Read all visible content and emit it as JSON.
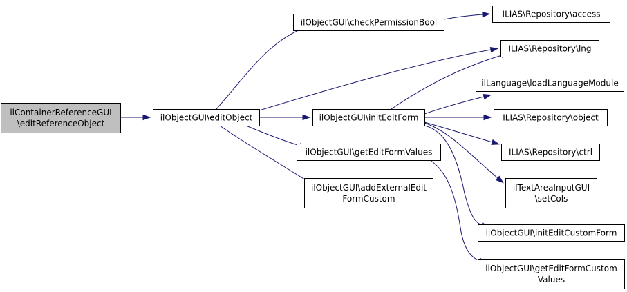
{
  "colors": {
    "edge": "#191970",
    "focus_fill": "#bfbfbf",
    "node_fill": "#ffffff",
    "border": "#000000"
  },
  "nodes": [
    {
      "id": "editReferenceObject",
      "lines": [
        "ilContainerReferenceGUI",
        "\\editReferenceObject"
      ],
      "focus": true
    },
    {
      "id": "editObject",
      "lines": [
        "ilObjectGUI\\editObject"
      ]
    },
    {
      "id": "checkPermissionBool",
      "lines": [
        "ilObjectGUI\\checkPermissionBool"
      ]
    },
    {
      "id": "access",
      "lines": [
        "ILIAS\\Repository\\access"
      ]
    },
    {
      "id": "lng",
      "lines": [
        "ILIAS\\Repository\\lng"
      ]
    },
    {
      "id": "initEditForm",
      "lines": [
        "ilObjectGUI\\initEditForm"
      ]
    },
    {
      "id": "loadLanguageModule",
      "lines": [
        "ilLanguage\\loadLanguageModule"
      ]
    },
    {
      "id": "object",
      "lines": [
        "ILIAS\\Repository\\object"
      ]
    },
    {
      "id": "ctrl",
      "lines": [
        "ILIAS\\Repository\\ctrl"
      ]
    },
    {
      "id": "getEditFormValues",
      "lines": [
        "ilObjectGUI\\getEditFormValues"
      ]
    },
    {
      "id": "setCols",
      "lines": [
        "ilTextAreaInputGUI",
        "\\setCols"
      ]
    },
    {
      "id": "addExternalEditFormCustom",
      "lines": [
        "ilObjectGUI\\addExternalEdit",
        "FormCustom"
      ]
    },
    {
      "id": "initEditCustomForm",
      "lines": [
        "ilObjectGUI\\initEditCustomForm"
      ]
    },
    {
      "id": "getEditFormCustomValues",
      "lines": [
        "ilObjectGUI\\getEditFormCustom",
        "Values"
      ]
    }
  ],
  "edges": [
    {
      "from": "editReferenceObject",
      "to": "editObject"
    },
    {
      "from": "editObject",
      "to": "checkPermissionBool"
    },
    {
      "from": "editObject",
      "to": "lng"
    },
    {
      "from": "editObject",
      "to": "initEditForm"
    },
    {
      "from": "editObject",
      "to": "getEditFormValues"
    },
    {
      "from": "editObject",
      "to": "addExternalEditFormCustom"
    },
    {
      "from": "checkPermissionBool",
      "to": "access"
    },
    {
      "from": "initEditForm",
      "to": "lng"
    },
    {
      "from": "initEditForm",
      "to": "loadLanguageModule"
    },
    {
      "from": "initEditForm",
      "to": "object"
    },
    {
      "from": "initEditForm",
      "to": "ctrl"
    },
    {
      "from": "initEditForm",
      "to": "setCols"
    },
    {
      "from": "initEditForm",
      "to": "initEditCustomForm"
    },
    {
      "from": "getEditFormValues",
      "to": "getEditFormCustomValues"
    }
  ]
}
